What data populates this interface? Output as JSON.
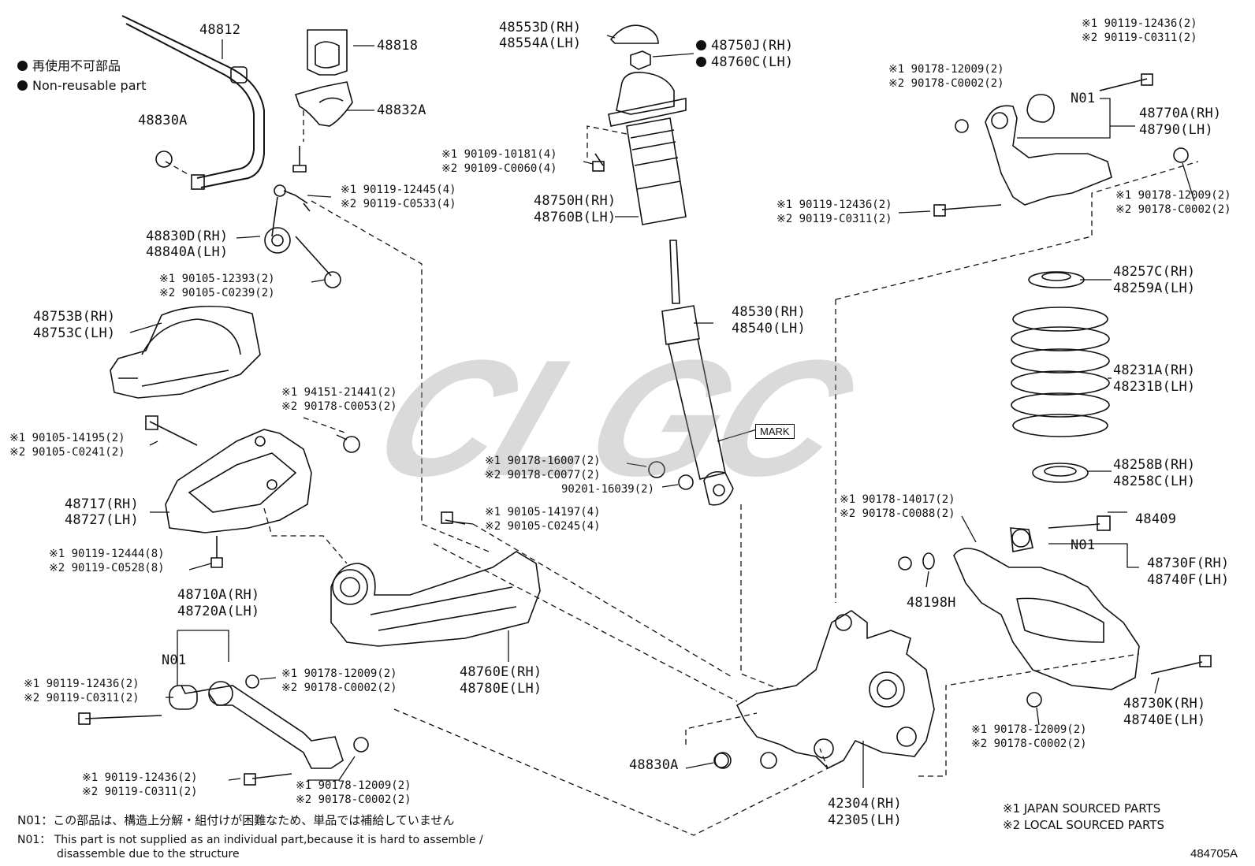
{
  "legend": {
    "jp": "再使用不可部品",
    "en": "Non-reusable part"
  },
  "watermark": "CLGC",
  "figure_id": "484705A",
  "mark_label": "MARK",
  "labels": {
    "p48812": "48812",
    "p48818": "48818",
    "p48832A": "48832A",
    "p48830A_top": "48830A",
    "b1_1": "※1 90119-12445(4)",
    "b1_2": "※2 90119-C0533(4)",
    "p48830D": "48830D(RH)",
    "p48840A": "48840A(LH)",
    "b2_1": "※1 90105-12393(2)",
    "b2_2": "※2 90105-C0239(2)",
    "p48753B": "48753B(RH)",
    "p48753C": "48753C(LH)",
    "b3_1": "※1 94151-21441(2)",
    "b3_2": "※2 90178-C0053(2)",
    "b4_1": "※1 90105-14195(2)",
    "b4_2": "※2 90105-C0241(2)",
    "p48717": "48717(RH)",
    "p48727": "48727(LH)",
    "b5_1": "※1 90119-12444(8)",
    "b5_2": "※2 90119-C0528(8)",
    "p48710A": "48710A(RH)",
    "p48720A": "48720A(LH)",
    "n01_a": "N01",
    "b6_1": "※1 90119-12436(2)",
    "b6_2": "※2 90119-C0311(2)",
    "b7_1": "※1 90178-12009(2)",
    "b7_2": "※2 90178-C0002(2)",
    "b8_1": "※1 90119-12436(2)",
    "b8_2": "※2 90119-C0311(2)",
    "b9_1": "※1 90178-12009(2)",
    "b9_2": "※2 90178-C0002(2)",
    "p48553D": "48553D(RH)",
    "p48554A": "48554A(LH)",
    "p48750J": "48750J(RH)",
    "p48760C": "48760C(LH)",
    "b10_1": "※1 90109-10181(4)",
    "b10_2": "※2 90109-C0060(4)",
    "p48750H": "48750H(RH)",
    "p48760B": "48760B(LH)",
    "p48530": "48530(RH)",
    "p48540": "48540(LH)",
    "b11_1": "※1 90178-16007(2)",
    "b11_2": "※2 90178-C0077(2)",
    "b11_3": "90201-16039(2)",
    "b12_1": "※1 90105-14197(4)",
    "b12_2": "※2 90105-C0245(4)",
    "p48760E": "48760E(RH)",
    "p48780E": "48780E(LH)",
    "p48830A_bot": "48830A",
    "p42304": "42304(RH)",
    "p42305": "42305(LH)",
    "b13_1": "※1 90119-12436(2)",
    "b13_2": "※2 90119-C0311(2)",
    "b14_1": "※1 90178-12009(2)",
    "b14_2": "※2 90178-C0002(2)",
    "n01_b": "N01",
    "p48770A": "48770A(RH)",
    "p48790": "48790(LH)",
    "b15_1": "※1 90119-12436(2)",
    "b15_2": "※2 90119-C0311(2)",
    "b16_1": "※1 90178-12009(2)",
    "b16_2": "※2 90178-C0002(2)",
    "p48257C": "48257C(RH)",
    "p48259A": "48259A(LH)",
    "p48231A": "48231A(RH)",
    "p48231B": "48231B(LH)",
    "p48258B": "48258B(RH)",
    "p48258C": "48258C(LH)",
    "b17_1": "※1 90178-14017(2)",
    "b17_2": "※2 90178-C0088(2)",
    "p48409": "48409",
    "n01_c": "N01",
    "p48730F": "48730F(RH)",
    "p48740F": "48740F(LH)",
    "p48198H": "48198H",
    "p48730K": "48730K(RH)",
    "p48740E": "48740E(LH)",
    "b18_1": "※1 90178-12009(2)",
    "b18_2": "※2 90178-C0002(2)"
  },
  "footnote": {
    "jp": "N01：この部品は、構造上分解・組付けが困難なため、単品では補給していません",
    "en1": "N01： This part is not supplied as an individual part,because it is hard to assemble /",
    "en2": "disassemble due to the structure"
  },
  "sources": {
    "s1": "※1 JAPAN SOURCED PARTS",
    "s2": "※2 LOCAL SOURCED PARTS"
  }
}
